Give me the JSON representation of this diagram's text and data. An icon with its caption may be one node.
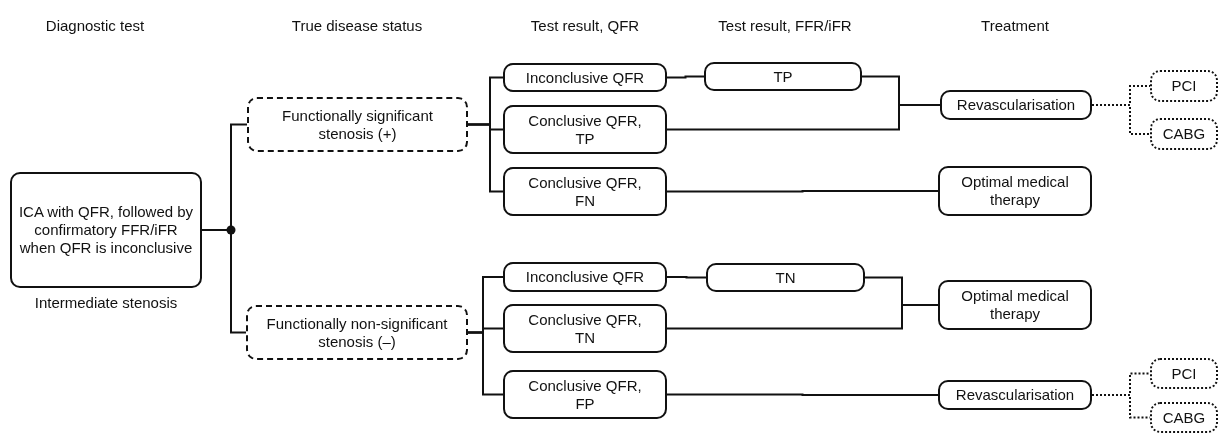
{
  "diagram": {
    "nodes": [
      {
        "text": [
          "ICA with QFR, followed by confirmatory FFR/iFR when QFR is inconclusive"
        ],
        "beside": [
          "Intermediate stenosis"
        ]
      },
      {
        "text": [
          "Functionally significant stenosis (+)"
        ]
      },
      {
        "text": [
          "Functionally non-significant stenosis (–)"
        ]
      },
      {
        "text": [
          "Inconclusive QFR"
        ]
      },
      {
        "text": [
          "Conclusive QFR, TP"
        ]
      },
      {
        "text": [
          "Conclusive QFR, FN"
        ]
      },
      {
        "text": [
          "TP"
        ]
      },
      {
        "text": [
          "Revascularisation"
        ]
      },
      {
        "text": [
          "Optimal medical therapy"
        ]
      },
      {
        "text": [
          "PCI"
        ]
      },
      {
        "text": [
          "CABG"
        ]
      },
      {
        "text": [
          "Inconclusive QFR"
        ]
      },
      {
        "text": [
          "Conclusive QFR, TN"
        ]
      },
      {
        "text": [
          "Conclusive QFR, FP"
        ]
      },
      {
        "text": [
          "TN"
        ]
      },
      {
        "text": [
          "Optimal medical therapy"
        ]
      },
      {
        "text": [
          "Revascularisation"
        ]
      },
      {
        "text": [
          "PCI"
        ]
      },
      {
        "text": [
          "CABG"
        ]
      }
    ],
    "edges": [
      {
        "from": 0,
        "to": 1,
        "arrow": "none"
      },
      {
        "from": 0,
        "to": 2,
        "arrow": "none"
      },
      {
        "from": 1,
        "to": 3,
        "arrow": "none"
      },
      {
        "from": 1,
        "to": 4,
        "arrow": "none"
      },
      {
        "from": 1,
        "to": 5,
        "arrow": "none"
      },
      {
        "from": 3,
        "to": 6,
        "arrow": "none"
      },
      {
        "from": 6,
        "to": 7,
        "arrow": "none"
      },
      {
        "from": 4,
        "to": 7,
        "arrow": "none"
      },
      {
        "from": 5,
        "to": 8,
        "arrow": "none"
      },
      {
        "from": 7,
        "to": 9,
        "arrow": "none",
        "style": "dashed"
      },
      {
        "from": 7,
        "to": 10,
        "arrow": "none",
        "style": "dashed"
      },
      {
        "from": 2,
        "to": 11,
        "arrow": "none"
      },
      {
        "from": 2,
        "to": 12,
        "arrow": "none"
      },
      {
        "from": 2,
        "to": 13,
        "arrow": "none"
      },
      {
        "from": 11,
        "to": 14,
        "arrow": "none"
      },
      {
        "from": 14,
        "to": 15,
        "arrow": "none"
      },
      {
        "from": 12,
        "to": 15,
        "arrow": "none"
      },
      {
        "from": 13,
        "to": 16,
        "arrow": "none"
      },
      {
        "from": 16,
        "to": 17,
        "arrow": "none",
        "style": "dashed"
      },
      {
        "from": 16,
        "to": 18,
        "arrow": "none",
        "style": "dashed"
      }
    ],
    "labels": [
      "Diagnostic test",
      "True disease status",
      "Test result, QFR",
      "Test result, FFR/iFR",
      "Treatment"
    ]
  }
}
